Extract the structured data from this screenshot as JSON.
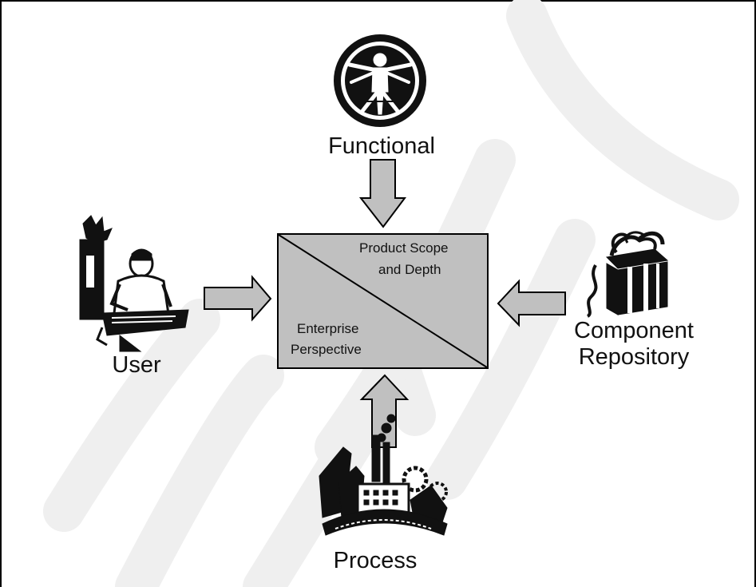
{
  "labels": {
    "functional": "Functional",
    "user": "User",
    "component_line1": "Component",
    "component_line2": "Repository",
    "process": "Process"
  },
  "center_box": {
    "top_right_line1": "Product Scope",
    "top_right_line2": "and Depth",
    "bottom_left_line1": "Enterprise",
    "bottom_left_line2": "Perspective"
  },
  "icons": {
    "functional": "vitruvian-man-icon",
    "user": "person-at-computer-icon",
    "component": "gift-box-icon",
    "process": "factory-icon"
  },
  "colors": {
    "box_fill": "#c0c0c0",
    "arrow_fill": "#c0c0c0",
    "outline": "#000000",
    "watermark": "#efefef"
  }
}
